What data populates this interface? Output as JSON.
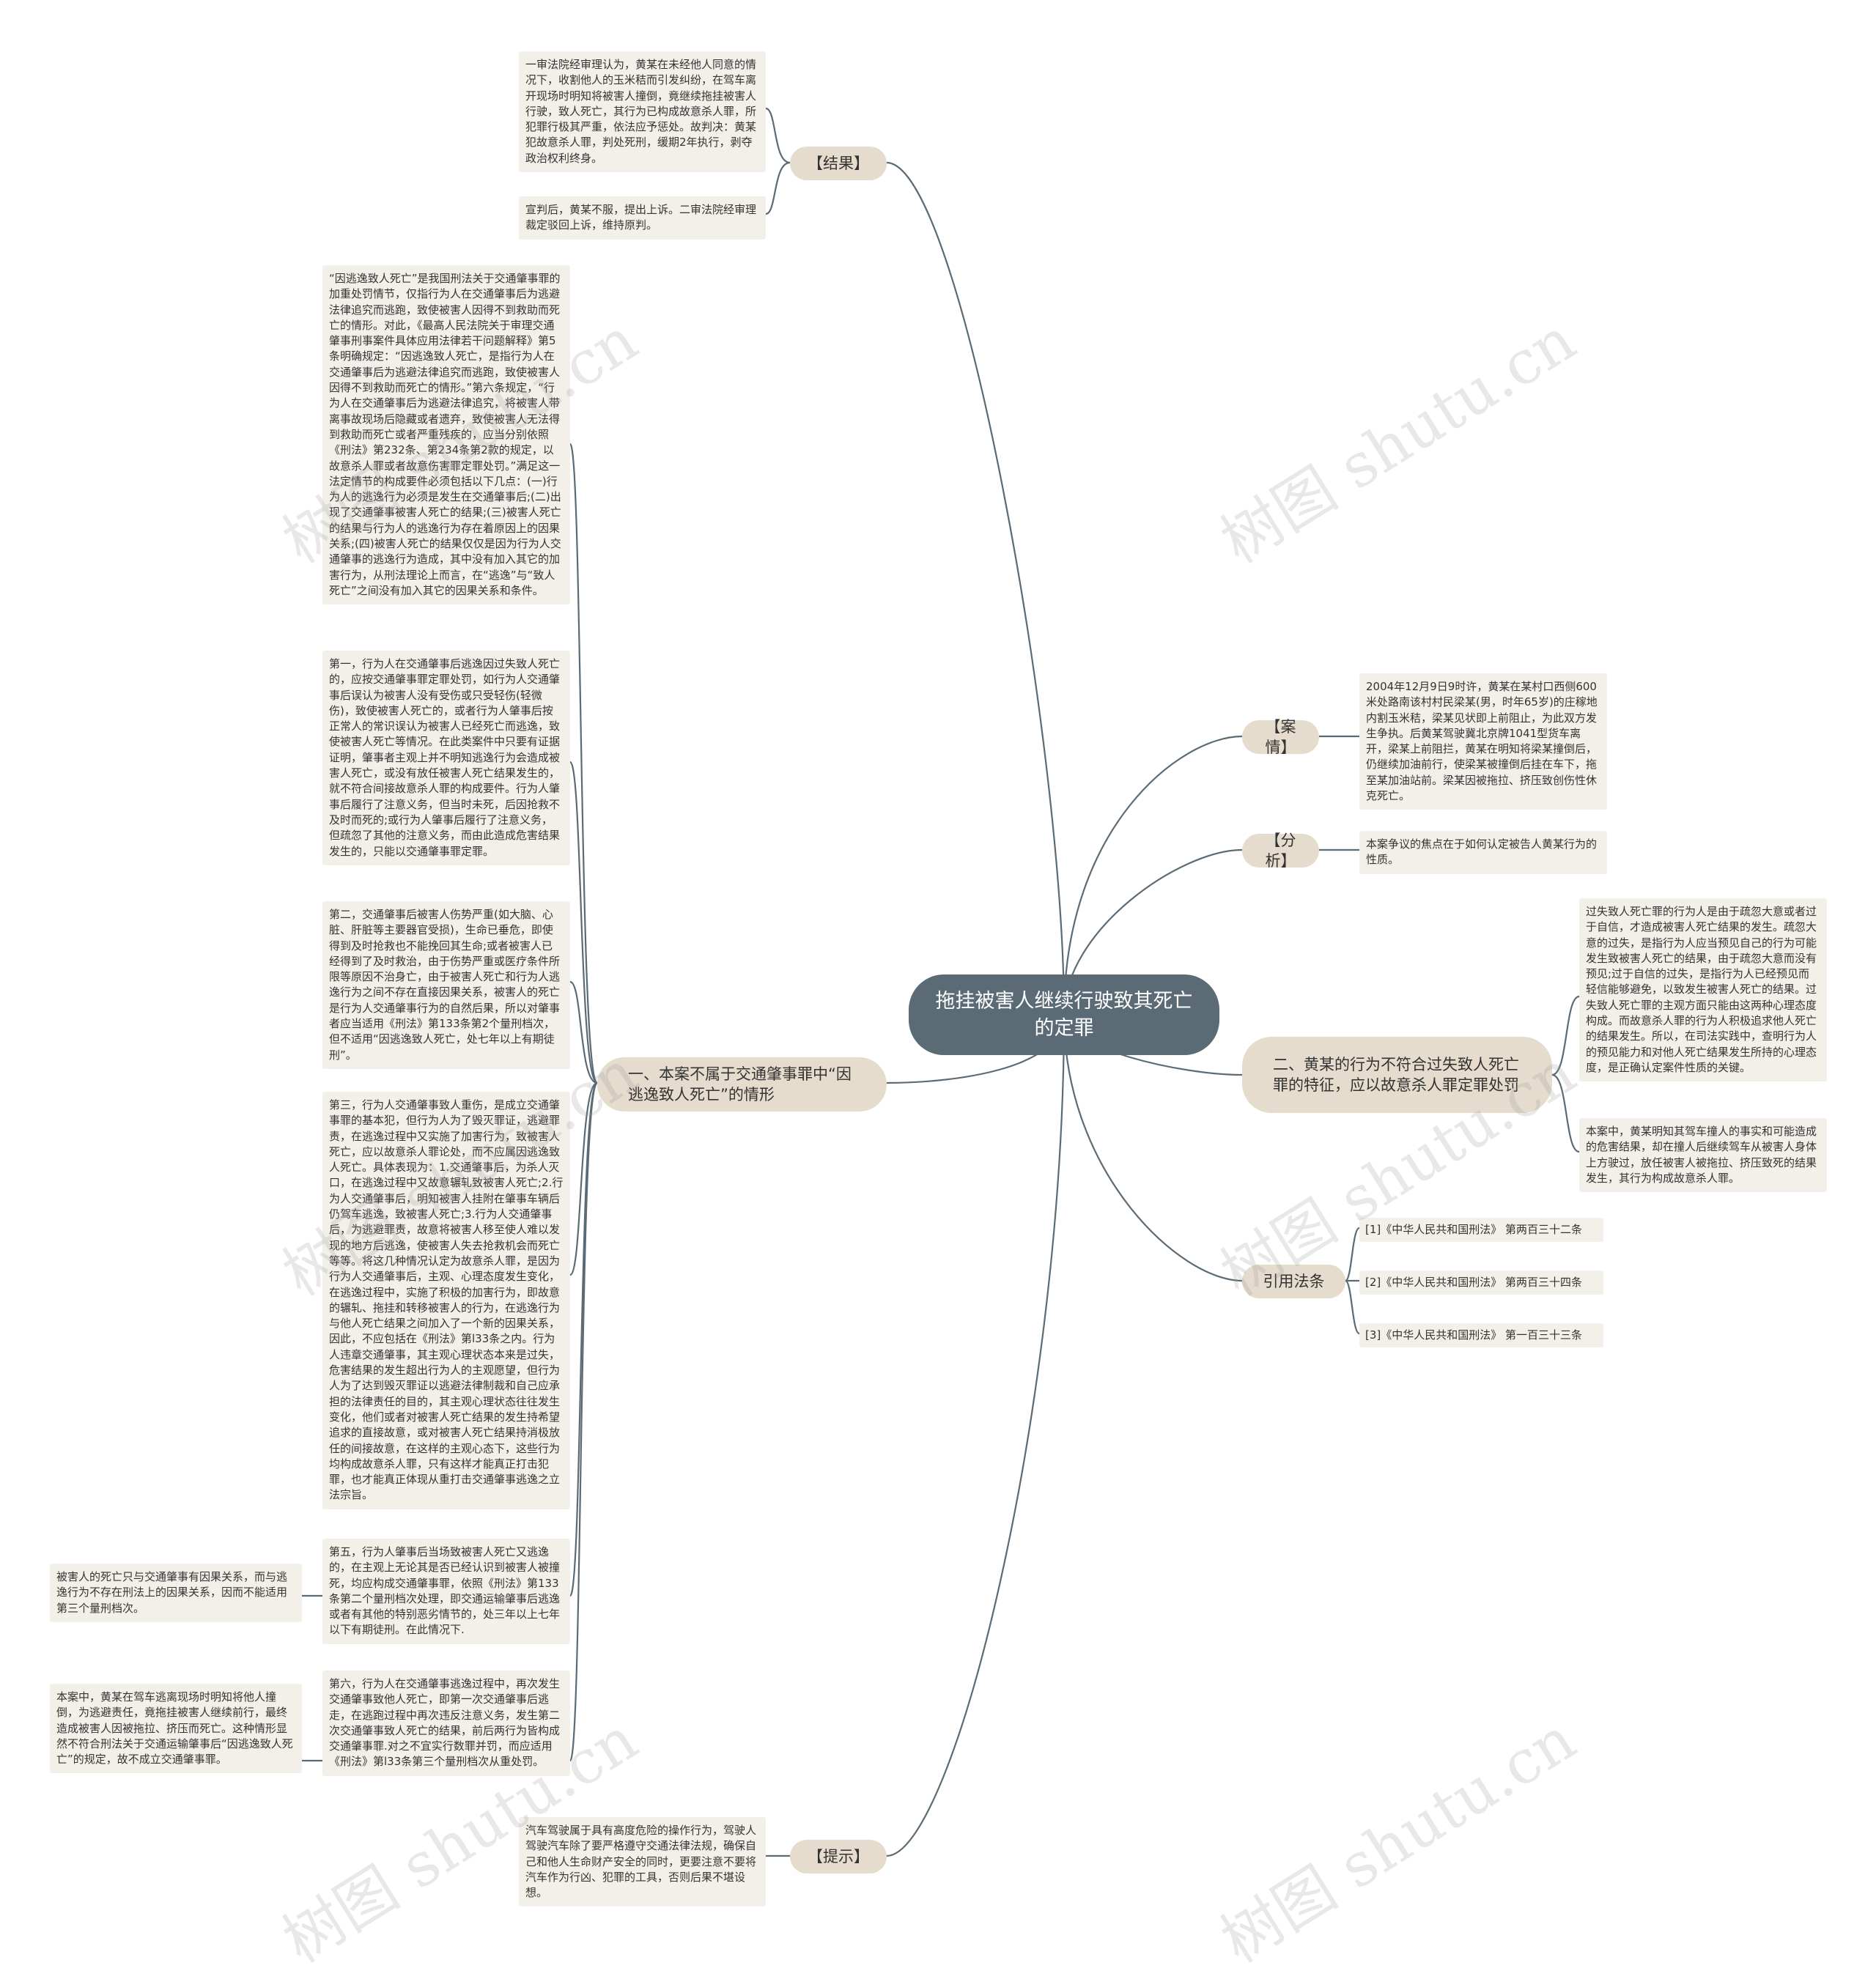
{
  "root": {
    "title": "拖挂被害人继续行驶致其死亡的定罪"
  },
  "branches": {
    "result": "【结果】",
    "case": "【案情】",
    "analysis": "【分析】",
    "point2": "二、黄某的行为不符合过失致人死亡罪的特征，应以故意杀人罪定罪处罚",
    "laws": "引用法条",
    "point1": "一、本案不属于交通肇事罪中“因逃逸致人死亡”的情形",
    "tip": "【提示】"
  },
  "leaves": {
    "result_1": "一审法院经审理认为，黄某在未经他人同意的情况下，收割他人的玉米秸而引发纠纷，在驾车离开现场时明知将被害人撞倒，竟继续拖挂被害人行驶，致人死亡，其行为已构成故意杀人罪，所犯罪行极其严重，依法应予惩处。故判决：黄某犯故意杀人罪，判处死刑，缓期2年执行，剥夺政治权利终身。",
    "result_2": "宣判后，黄某不服，提出上诉。二审法院经审理裁定驳回上诉，维持原判。",
    "case_1": "2004年12月9日9时许，黄某在某村口西侧600米处路南该村村民梁某(男，时年65岁)的庄稼地内割玉米秸，梁某见状即上前阻止，为此双方发生争执。后黄某驾驶冀北京牌1041型货车离开，梁某上前阻拦，黄某在明知将梁某撞倒后，仍继续加油前行，使梁某被撞倒后挂在车下，拖至某加油站前。梁某因被拖拉、挤压致创伤性休克死亡。",
    "analysis_1": "本案争议的焦点在于如何认定被告人黄某行为的性质。",
    "point2_1": "过失致人死亡罪的行为人是由于疏忽大意或者过于自信，才造成被害人死亡结果的发生。疏忽大意的过失，是指行为人应当预见自己的行为可能发生致被害人死亡的结果，由于疏忽大意而没有预见;过于自信的过失，是指行为人已经预见而轻信能够避免，以致发生被害人死亡的结果。过失致人死亡罪的主观方面只能由这两种心理态度构成。而故意杀人罪的行为人积极追求他人死亡的结果发生。所以，在司法实践中，查明行为人的预见能力和对他人死亡结果发生所持的心理态度，是正确认定案件性质的关键。",
    "point2_2": "本案中，黄某明知其驾车撞人的事实和可能造成的危害结果，却在撞人后继续驾车从被害人身体上方驶过，放任被害人被拖拉、挤压致死的结果发生，其行为构成故意杀人罪。",
    "law_1": "[1]《中华人民共和国刑法》 第两百三十二条",
    "law_2": "[2]《中华人民共和国刑法》 第两百三十四条",
    "law_3": "[3]《中华人民共和国刑法》 第一百三十三条",
    "p1_1": "“因逃逸致人死亡”是我国刑法关于交通肇事罪的加重处罚情节，仅指行为人在交通肇事后为逃避法律追究而逃跑，致使被害人因得不到救助而死亡的情形。对此，《最高人民法院关于审理交通肇事刑事案件具体应用法律若干问题解释》第5条明确规定：“因逃逸致人死亡，是指行为人在交通肇事后为逃避法律追究而逃跑，致使被害人因得不到救助而死亡的情形。”第六条规定，“行为人在交通肇事后为逃避法律追究，将被害人带离事故现场后隐藏或者遗弃，致使被害人无法得到救助而死亡或者严重残疾的，应当分别依照《刑法》第232条、第234条第2款的规定，以故意杀人罪或者故意伤害罪定罪处罚。”满足这一法定情节的构成要件必须包括以下几点：(一)行为人的逃逸行为必须是发生在交通肇事后;(二)出现了交通肇事被害人死亡的结果;(三)被害人死亡的结果与行为人的逃逸行为存在着原因上的因果关系;(四)被害人死亡的结果仅仅是因为行为人交通肇事的逃逸行为造成，其中没有加入其它的加害行为，从刑法理论上而言，在“逃逸”与“致人死亡”之间没有加入其它的因果关系和条件。",
    "p1_2": "第一，行为人在交通肇事后逃逸因过失致人死亡的，应按交通肇事罪定罪处罚，如行为人交通肇事后误认为被害人没有受伤或只受轻伤(轻微伤)，致使被害人死亡的，或者行为人肇事后按正常人的常识误认为被害人已经死亡而逃逸，致使被害人死亡等情况。在此类案件中只要有证据证明，肇事者主观上并不明知逃逸行为会造成被害人死亡，或没有放任被害人死亡结果发生的，就不符合间接故意杀人罪的构成要件。行为人肇事后履行了注意义务，但当时未死，后因抢救不及时而死的;或行为人肇事后履行了注意义务，但疏忽了其他的注意义务，而由此造成危害结果发生的，只能以交通肇事罪定罪。",
    "p1_3": "第二，交通肇事后被害人伤势严重(如大脑、心脏、肝脏等主要器官受损)，生命已垂危，即使得到及时抢救也不能挽回其生命;或者被害人已经得到了及时救治，由于伤势严重或医疗条件所限等原因不治身亡，由于被害人死亡和行为人逃逸行为之间不存在直接因果关系，被害人的死亡是行为人交通肇事行为的自然后果，所以对肇事者应当适用《刑法》第133条第2个量刑档次，但不适用“因逃逸致人死亡，处七年以上有期徒刑”。",
    "p1_4": "第三，行为人交通肇事致人重伤，是成立交通肇事罪的基本犯，但行为人为了毁灭罪证，逃避罪责，在逃逸过程中又实施了加害行为，致被害人死亡，应以故意杀人罪论处，而不应属因逃逸致人死亡。具体表现为：1.交通肇事后，为杀人灭口，在逃逸过程中又故意辗轧致被害人死亡;2.行为人交通肇事后，明知被害人挂附在肇事车辆后仍驾车逃逸，致被害人死亡;3.行为人交通肇事后，为逃避罪责，故意将被害人移至使人难以发现的地方后逃逸，使被害人失去抢救机会而死亡等等。将这几种情况认定为故意杀人罪，是因为行为人交通肇事后，主观、心理态度发生变化，在逃逸过程中，实施了积极的加害行为，即故意的辗轧、拖挂和转移被害人的行为，在逃逸行为与他人死亡结果之间加入了一个新的因果关系，因此，不应包括在《刑法》第l33条之内。行为人违章交通肇事，其主观心理状态本来是过失，危害结果的发生超出行为人的主观愿望，但行为人为了达到毁灭罪证以逃避法律制裁和自己应承担的法律责任的目的，其主观心理状态往往发生变化，他们或者对被害人死亡结果的发生持希望追求的直接故意，或对被害人死亡结果持消极放任的间接故意，在这样的主观心态下，这些行为均构成故意杀人罪，只有这样才能真正打击犯罪，也才能真正体现从重打击交通肇事逃逸之立法宗旨。",
    "p1_5": "第五，行为人肇事后当场致被害人死亡又逃逸的，在主观上无论其是否已经认识到被害人被撞死，均应构成交通肇事罪，依照《刑法》第133条第二个量刑档次处理，即交通运输肇事后逃逸或者有其他的特别恶劣情节的，处三年以上七年以下有期徒刑。在此情况下.",
    "p1_5a": "被害人的死亡只与交通肇事有因果关系，而与逃逸行为不存在刑法上的因果关系，因而不能适用第三个量刑档次。",
    "p1_6": "第六，行为人在交通肇事逃逸过程中，再次发生交通肇事致他人死亡，即第一次交通肇事后逃走，在逃跑过程中再次违反注意义务，发生第二次交通肇事致人死亡的结果，前后两行为皆构成交通肇事罪.对之不宜实行数罪并罚，而应适用《刑法》第l33条第三个量刑档次从重处罚。",
    "p1_6a": "本案中，黄某在驾车逃离现场时明知将他人撞倒，为逃避责任，竟拖挂被害人继续前行，最终造成被害人因被拖拉、挤压而死亡。这种情形显然不符合刑法关于交通运输肇事后“因逃逸致人死亡”的规定，故不成立交通肇事罪。",
    "tip_1": "汽车驾驶属于具有高度危险的操作行为，驾驶人驾驶汽车除了要严格遵守交通法律法规，确保自己和他人生命财产安全的同时，更要注意不要将汽车作为行凶、犯罪的工具，否则后果不堪设想。"
  },
  "watermark": "树图 shutu.cn",
  "colors": {
    "root_bg": "#5b6b75",
    "branch_bg": "#e5dccd",
    "leaf_bg": "#f3f0ea",
    "line": "#5b6b75"
  }
}
